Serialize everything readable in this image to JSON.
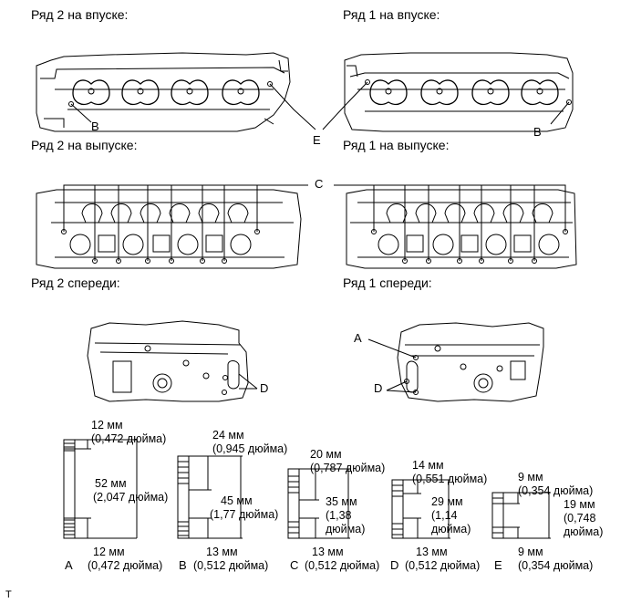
{
  "headings": {
    "row2_intake": "Ряд 2 на впуске:",
    "row1_intake": "Ряд 1 на впуске:",
    "row2_exhaust": "Ряд 2 на выпуске:",
    "row1_exhaust": "Ряд 1 на выпуске:",
    "row2_front": "Ряд 2 спереди:",
    "row1_front": "Ряд 1 спереди:"
  },
  "callouts": {
    "A": "A",
    "B": "B",
    "C": "C",
    "D": "D",
    "E": "E"
  },
  "studs": [
    {
      "letter": "A",
      "top": "12 мм",
      "top_in": "(0,472 дюйма)",
      "mid": "52 мм",
      "mid_in": "(2,047 дюйма)",
      "bot": "12 мм",
      "bot_in": "(0,472 дюйма)"
    },
    {
      "letter": "B",
      "top": "24 мм",
      "top_in": "(0,945 дюйма)",
      "mid": "45 мм",
      "mid_in": "(1,77 дюйма)",
      "bot": "13 мм",
      "bot_in": "(0,512 дюйма)"
    },
    {
      "letter": "C",
      "top": "20 мм",
      "top_in": "(0,787 дюйма)",
      "mid": "35 мм",
      "mid_in_1": "(1,38",
      "mid_in_2": "дюйма)",
      "bot": "13 мм",
      "bot_in": "(0,512 дюйма)"
    },
    {
      "letter": "D",
      "top": "14 мм",
      "top_in": "(0,551 дюйма)",
      "mid": "29 мм",
      "mid_in_1": "(1,14",
      "mid_in_2": "дюйма)",
      "bot": "13 мм",
      "bot_in": "(0,512 дюйма)"
    },
    {
      "letter": "E",
      "top": "9 мм",
      "top_in": "(0,354 дюйма)",
      "mid": "19 мм",
      "mid_in_1": "(0,748",
      "mid_in_2": "дюйма)",
      "bot": "9 мм",
      "bot_in": "(0,354 дюйма)"
    }
  ],
  "footer_mark": "T"
}
